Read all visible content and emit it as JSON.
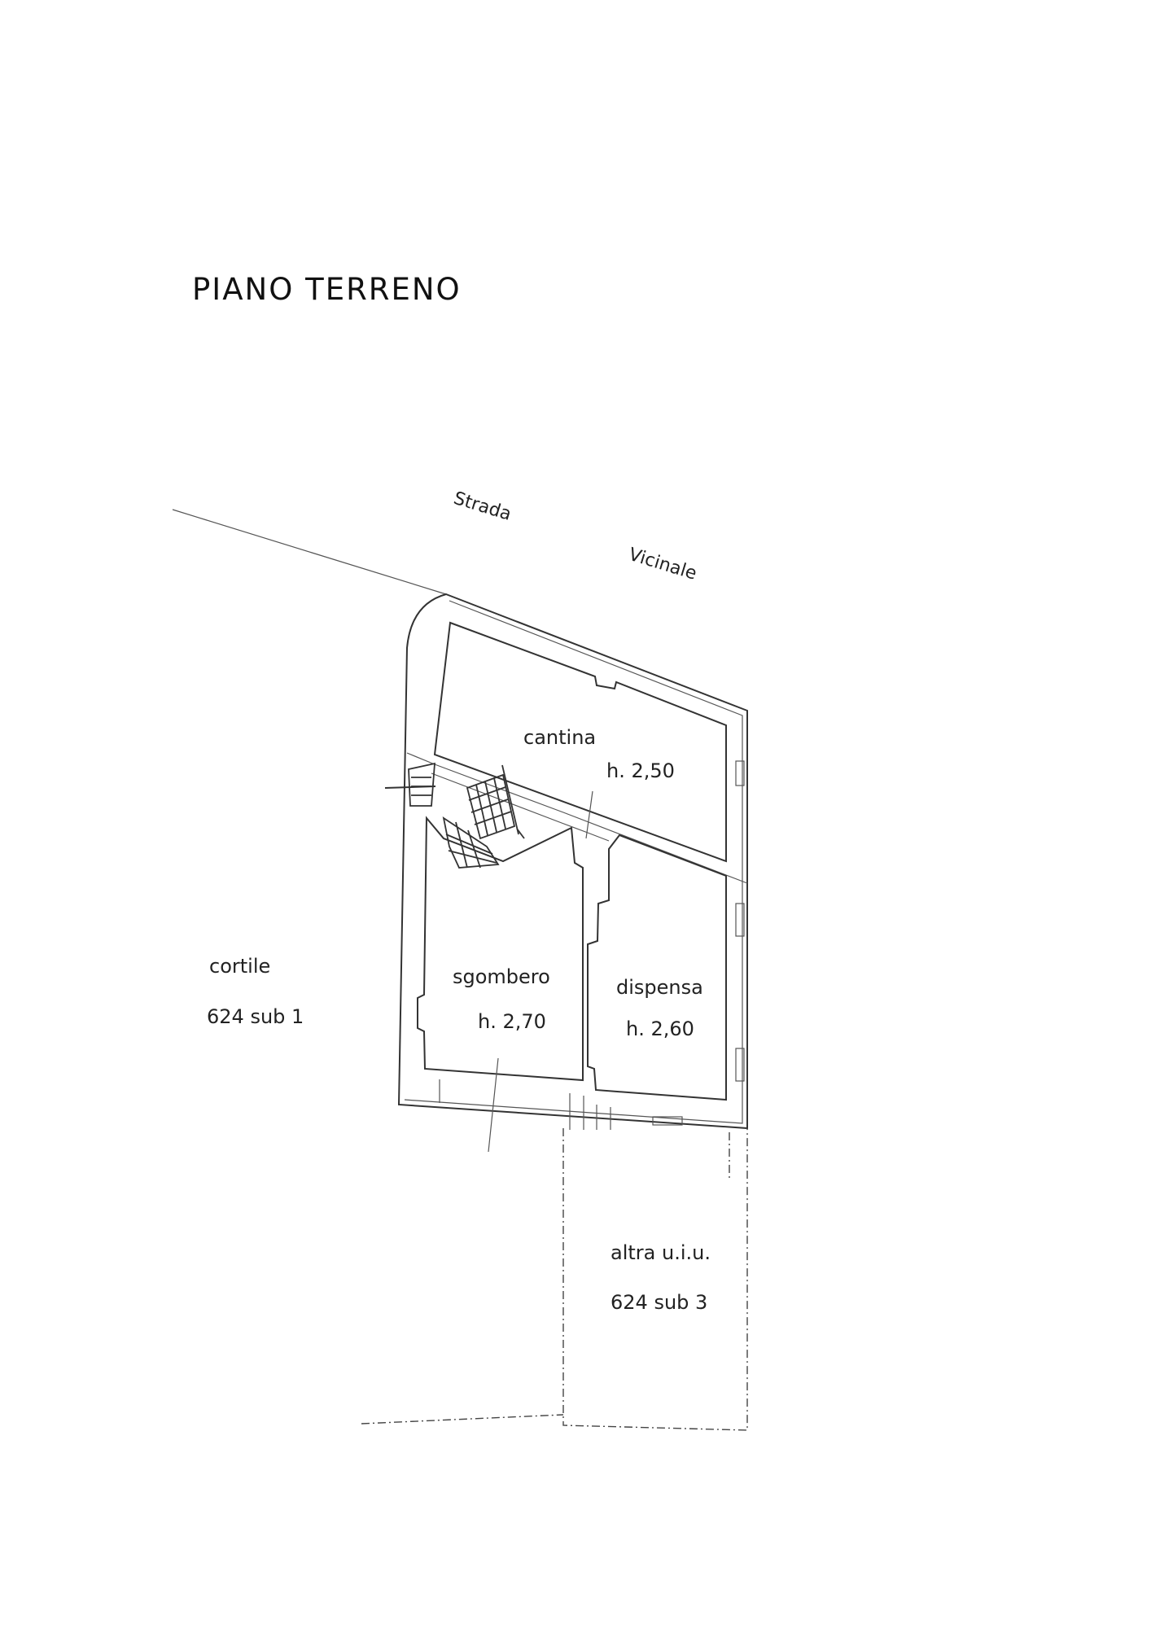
{
  "title": "PIANO TERRENO",
  "street": {
    "word1": "Strada",
    "word2": "Vicinale"
  },
  "rooms": {
    "cantina": {
      "name": "cantina",
      "height": "h. 2,50"
    },
    "sgombero": {
      "name": "sgombero",
      "height": "h. 2,70"
    },
    "dispensa": {
      "name": "dispensa",
      "height": "h. 2,60"
    }
  },
  "adjacent": {
    "cortile": {
      "name": "cortile",
      "ref": "624  sub 1"
    },
    "altra": {
      "name": "altra u.i.u.",
      "ref": "624 sub 3"
    }
  },
  "colors": {
    "line": "#333333",
    "background": "#ffffff"
  }
}
